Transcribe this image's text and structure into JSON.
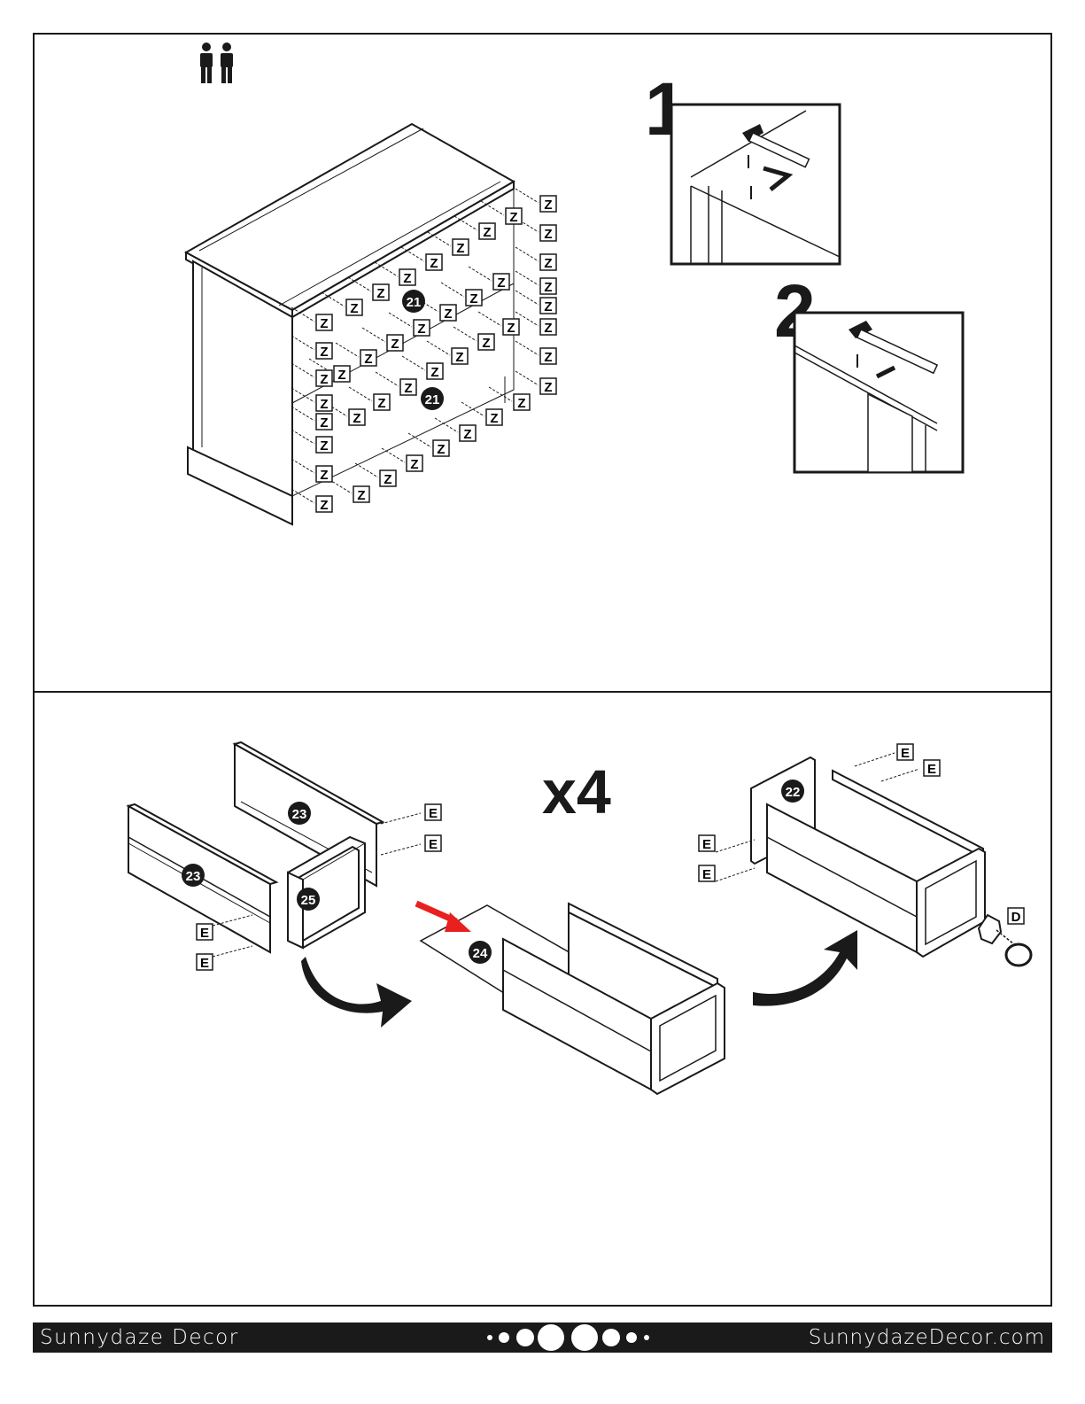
{
  "step_top": {
    "step_labels": [
      "1",
      "2"
    ],
    "part_labels": [
      "21",
      "21"
    ],
    "hardware_label": "Z"
  },
  "step_bottom": {
    "multiplier": "x4",
    "part_labels": [
      "23",
      "23",
      "25",
      "24",
      "22"
    ],
    "hardware_labels": [
      "E",
      "D"
    ]
  },
  "footer": {
    "brand": "Sunnydaze Decor",
    "website": "SunnydazeDecor.com"
  },
  "icons": {
    "people": "two-person-assembly-icon",
    "hammer": "hammer-icon",
    "arrow": "curved-arrow-icon"
  },
  "colors": {
    "ink": "#1a1a1a",
    "accent_arrow": "#e8201e",
    "paper": "#ffffff"
  }
}
